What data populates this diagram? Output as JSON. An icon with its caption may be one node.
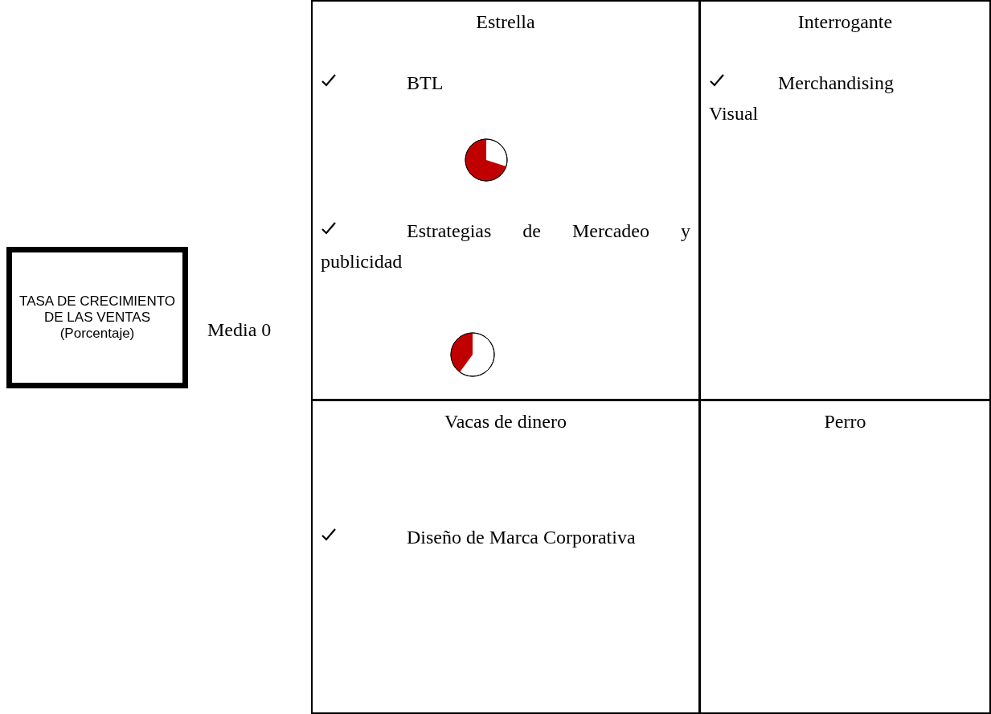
{
  "diagram": {
    "nodes": [
      {
        "text": [
          "TASA DE CRECIMIENTO DE LAS VENTAS (Porcentaje)"
        ]
      },
      {
        "text": [
          "Estrella",
          "BTL",
          "Estrategias de Mercadeo y publicidad"
        ]
      },
      {
        "text": [
          "Interrogante",
          "Merchandising Visual"
        ]
      },
      {
        "text": [
          "Vacas de dinero",
          "Diseño de Marca Corporativa"
        ]
      },
      {
        "text": [
          "Perro"
        ]
      }
    ],
    "labels": [
      "Media 0"
    ]
  }
}
